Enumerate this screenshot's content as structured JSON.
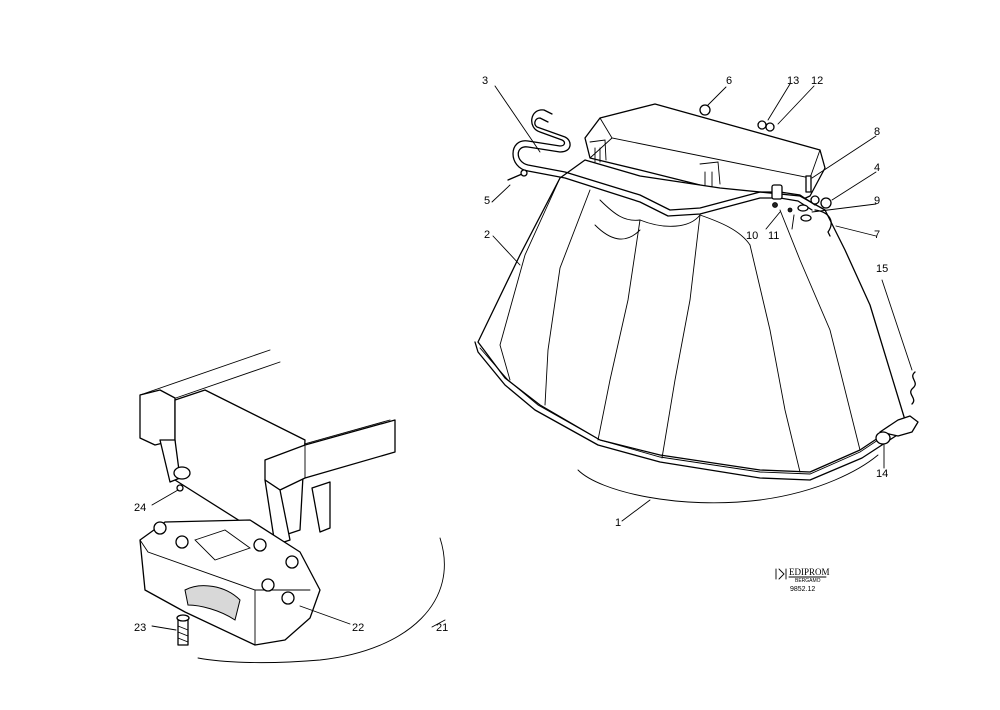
{
  "callouts": {
    "c1": "1",
    "c2": "2",
    "c3": "3",
    "c4": "4",
    "c5": "5",
    "c6": "6",
    "c7": "7",
    "c8": "8",
    "c9": "9",
    "c10": "10",
    "c11": "11",
    "c12": "12",
    "c13": "13",
    "c14": "14",
    "c15": "15",
    "c21": "21",
    "c22": "22",
    "c23": "23",
    "c24": "24"
  },
  "logo": {
    "name": "EDIPROM",
    "sub": "BERGAMO",
    "code": "9852.12"
  }
}
